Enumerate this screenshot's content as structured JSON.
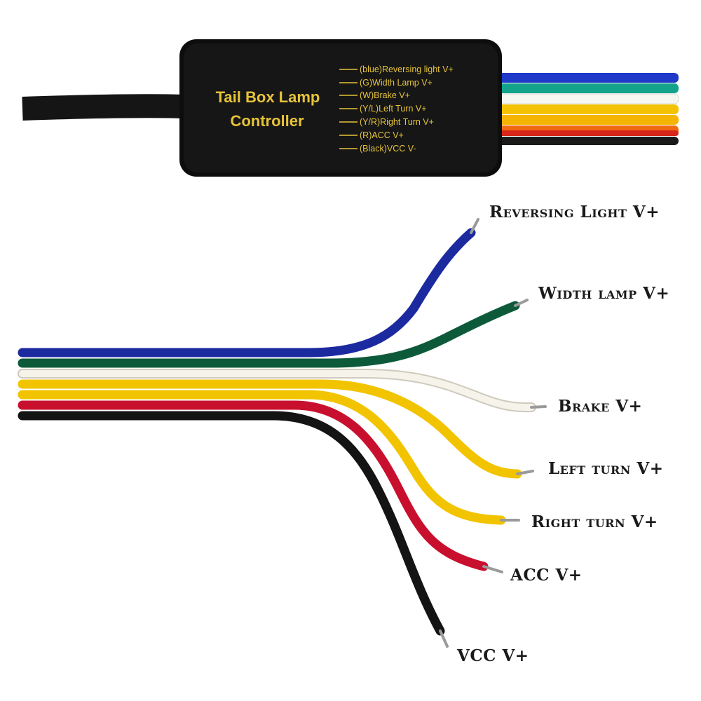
{
  "controller": {
    "title_line1": "Tail Box Lamp",
    "title_line2": "Controller",
    "legend": [
      "(blue)Reversing light V+",
      "(G)Width Lamp V+",
      "(W)Brake V+",
      "(Y/L)Left Turn V+",
      "(Y/R)Right Turn V+",
      "(R)ACC V+",
      "(Black)VCC V-"
    ],
    "box_color": "#111111",
    "text_color": "#e6c33a"
  },
  "wires": [
    {
      "label": "Reversing Light V+",
      "color": "#1c2aa0"
    },
    {
      "label": "Width lamp V+",
      "color": "#0d5a3a"
    },
    {
      "label": "Brake V+",
      "color": "#f3f1e8"
    },
    {
      "label": "Left turn V+",
      "color": "#f2c400"
    },
    {
      "label": "Right turn V+",
      "color": "#f2c400"
    },
    {
      "label": "ACC V+",
      "color": "#c8102e"
    },
    {
      "label": "VCC V+",
      "color": "#141414"
    }
  ]
}
